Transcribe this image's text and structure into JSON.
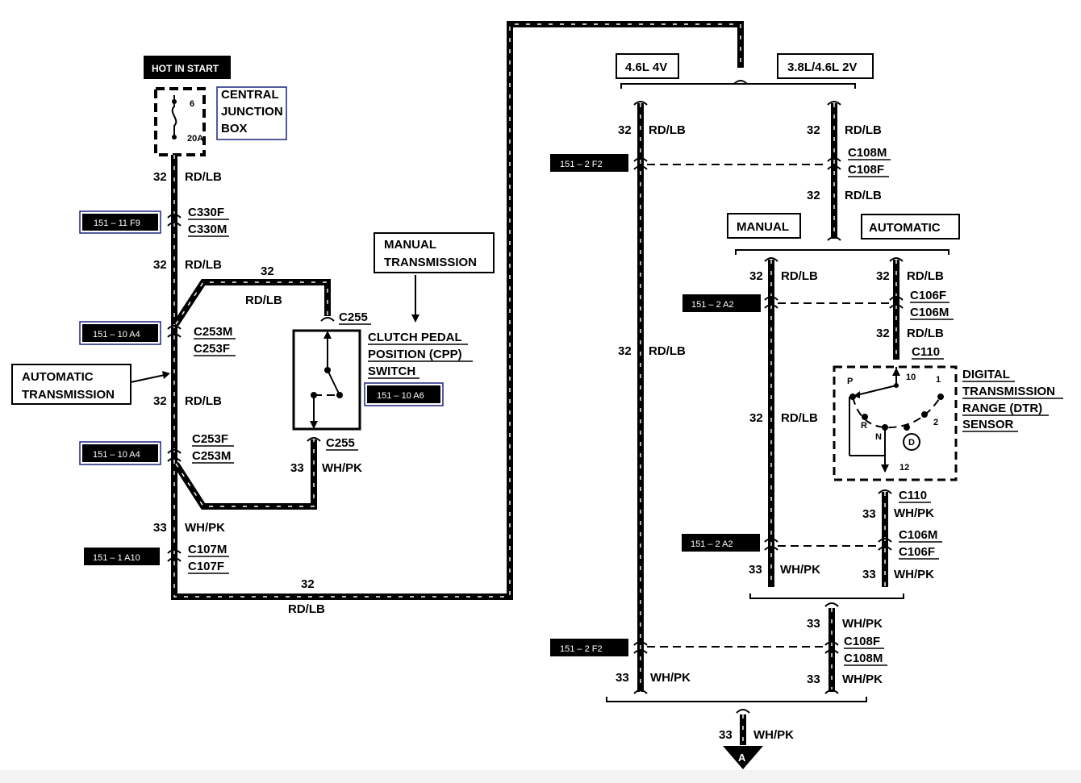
{
  "hot_label": "HOT IN START",
  "fuse": {
    "name_lines": [
      "CENTRAL",
      "JUNCTION",
      "BOX"
    ],
    "number": "6",
    "rating": "20A"
  },
  "circuit_refs": {
    "c330": "151 – 11 F9",
    "c253_top": "151 – 10 A4",
    "c253_bottom": "151 – 10 A4",
    "c107": "151 – 1 A10",
    "cpp": "151 – 10 A6",
    "c108_top": "151 – 2 F2",
    "c106_top": "151 – 2 A2",
    "c106_bottom": "151 – 2 A2",
    "c108_bottom": "151 – 2 F2"
  },
  "callouts": {
    "manual_transmission": [
      "MANUAL",
      "TRANSMISSION"
    ],
    "automatic_transmission": [
      "AUTOMATIC",
      "TRANSMISSION"
    ],
    "engine_46_4v": "4.6L 4V",
    "engine_38_46_2v": "3.8L/4.6L 2V",
    "manual": "MANUAL",
    "automatic": "AUTOMATIC"
  },
  "components": {
    "cpp_switch": [
      "CLUTCH PEDAL",
      "POSITION (CPP)",
      "SWITCH"
    ],
    "dtr_sensor": [
      "DIGITAL",
      "TRANSMISSION",
      "RANGE (DTR)",
      "SENSOR"
    ],
    "dtr_pins": {
      "p": "P",
      "r": "R",
      "n": "N",
      "d": "D",
      "pin10": "10",
      "pin1": "1",
      "pin2": "2",
      "pin12": "12"
    }
  },
  "wires": {
    "w32": "32",
    "w33": "33",
    "rdlb": "RD/LB",
    "whpk": "WH/PK"
  },
  "connectors": {
    "c330f": "C330F",
    "c330m": "C330M",
    "c253m": "C253M",
    "c253f": "C253F",
    "c255": "C255",
    "c107m": "C107M",
    "c107f": "C107F",
    "c108m": "C108M",
    "c108f": "C108F",
    "c106f": "C106F",
    "c106m": "C106M",
    "c110": "C110"
  },
  "terminal": "A"
}
